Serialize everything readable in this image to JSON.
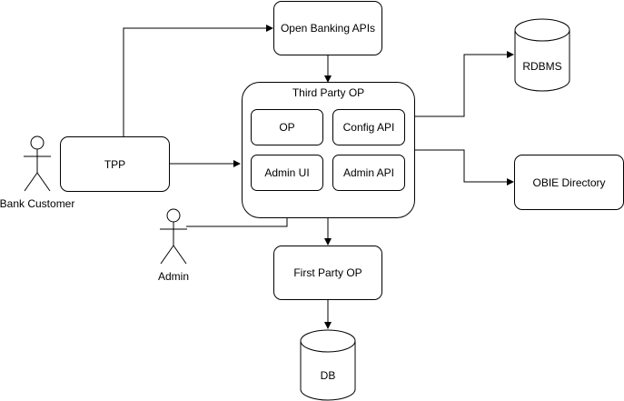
{
  "nodes": {
    "open_banking_apis": "Open Banking APIs",
    "third_party_op": "Third Party OP",
    "op": "OP",
    "config_api": "Config API",
    "admin_ui": "Admin UI",
    "admin_api": "Admin API",
    "tpp": "TPP",
    "rdbms": "RDBMS",
    "obie_directory": "OBIE Directory",
    "first_party_op": "First Party OP",
    "db": "DB"
  },
  "actors": {
    "bank_customer": "Bank Customer",
    "admin": "Admin"
  },
  "colors": {
    "stroke": "#000000",
    "fill": "#ffffff"
  }
}
